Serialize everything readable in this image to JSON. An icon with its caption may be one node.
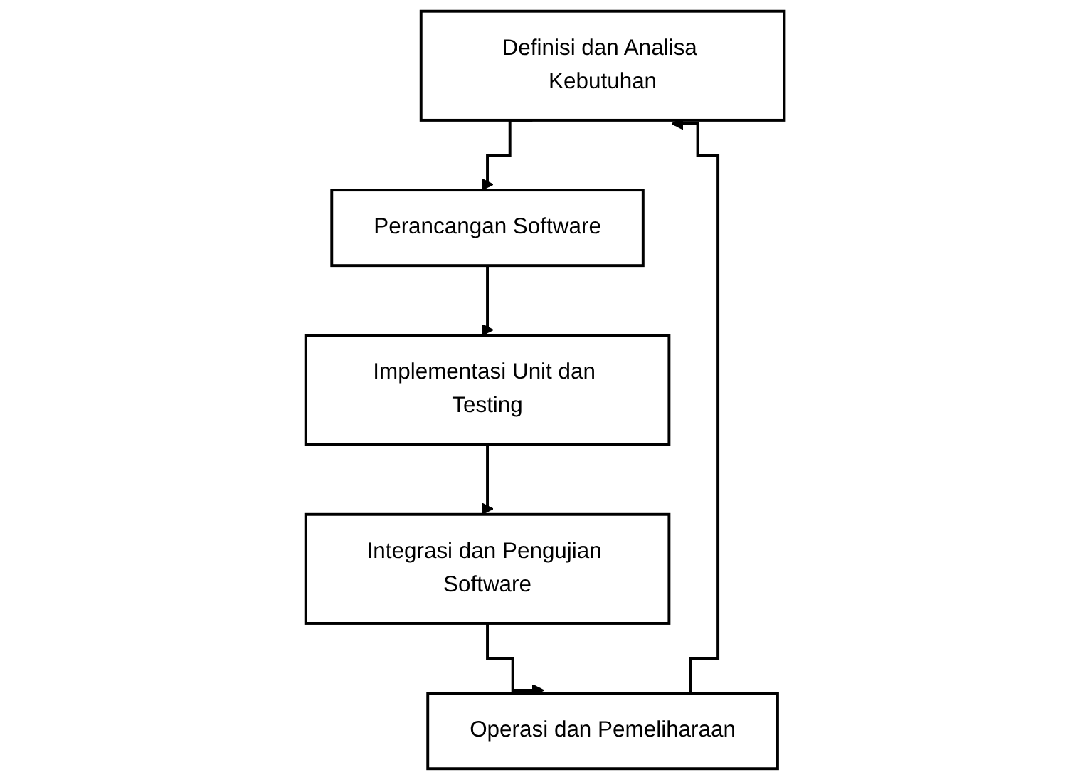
{
  "diagram": {
    "nodes": [
      {
        "text": [
          "Definisi dan Analisa Kebutuhan"
        ]
      },
      {
        "text": [
          "Perancangan Software"
        ]
      },
      {
        "text": [
          "Implementasi Unit dan Testing"
        ]
      },
      {
        "text": [
          "Integrasi dan Pengujian Software"
        ]
      },
      {
        "text": [
          "Operasi dan Pemeliharaan"
        ]
      }
    ],
    "edges": [
      {
        "from": 0,
        "to": 1,
        "arrow": "to"
      },
      {
        "from": 1,
        "to": 2,
        "arrow": "to"
      },
      {
        "from": 2,
        "to": 3,
        "arrow": "to"
      },
      {
        "from": 3,
        "to": 4,
        "arrow": "to"
      },
      {
        "from": 4,
        "to": 0,
        "arrow": "to"
      }
    ]
  }
}
